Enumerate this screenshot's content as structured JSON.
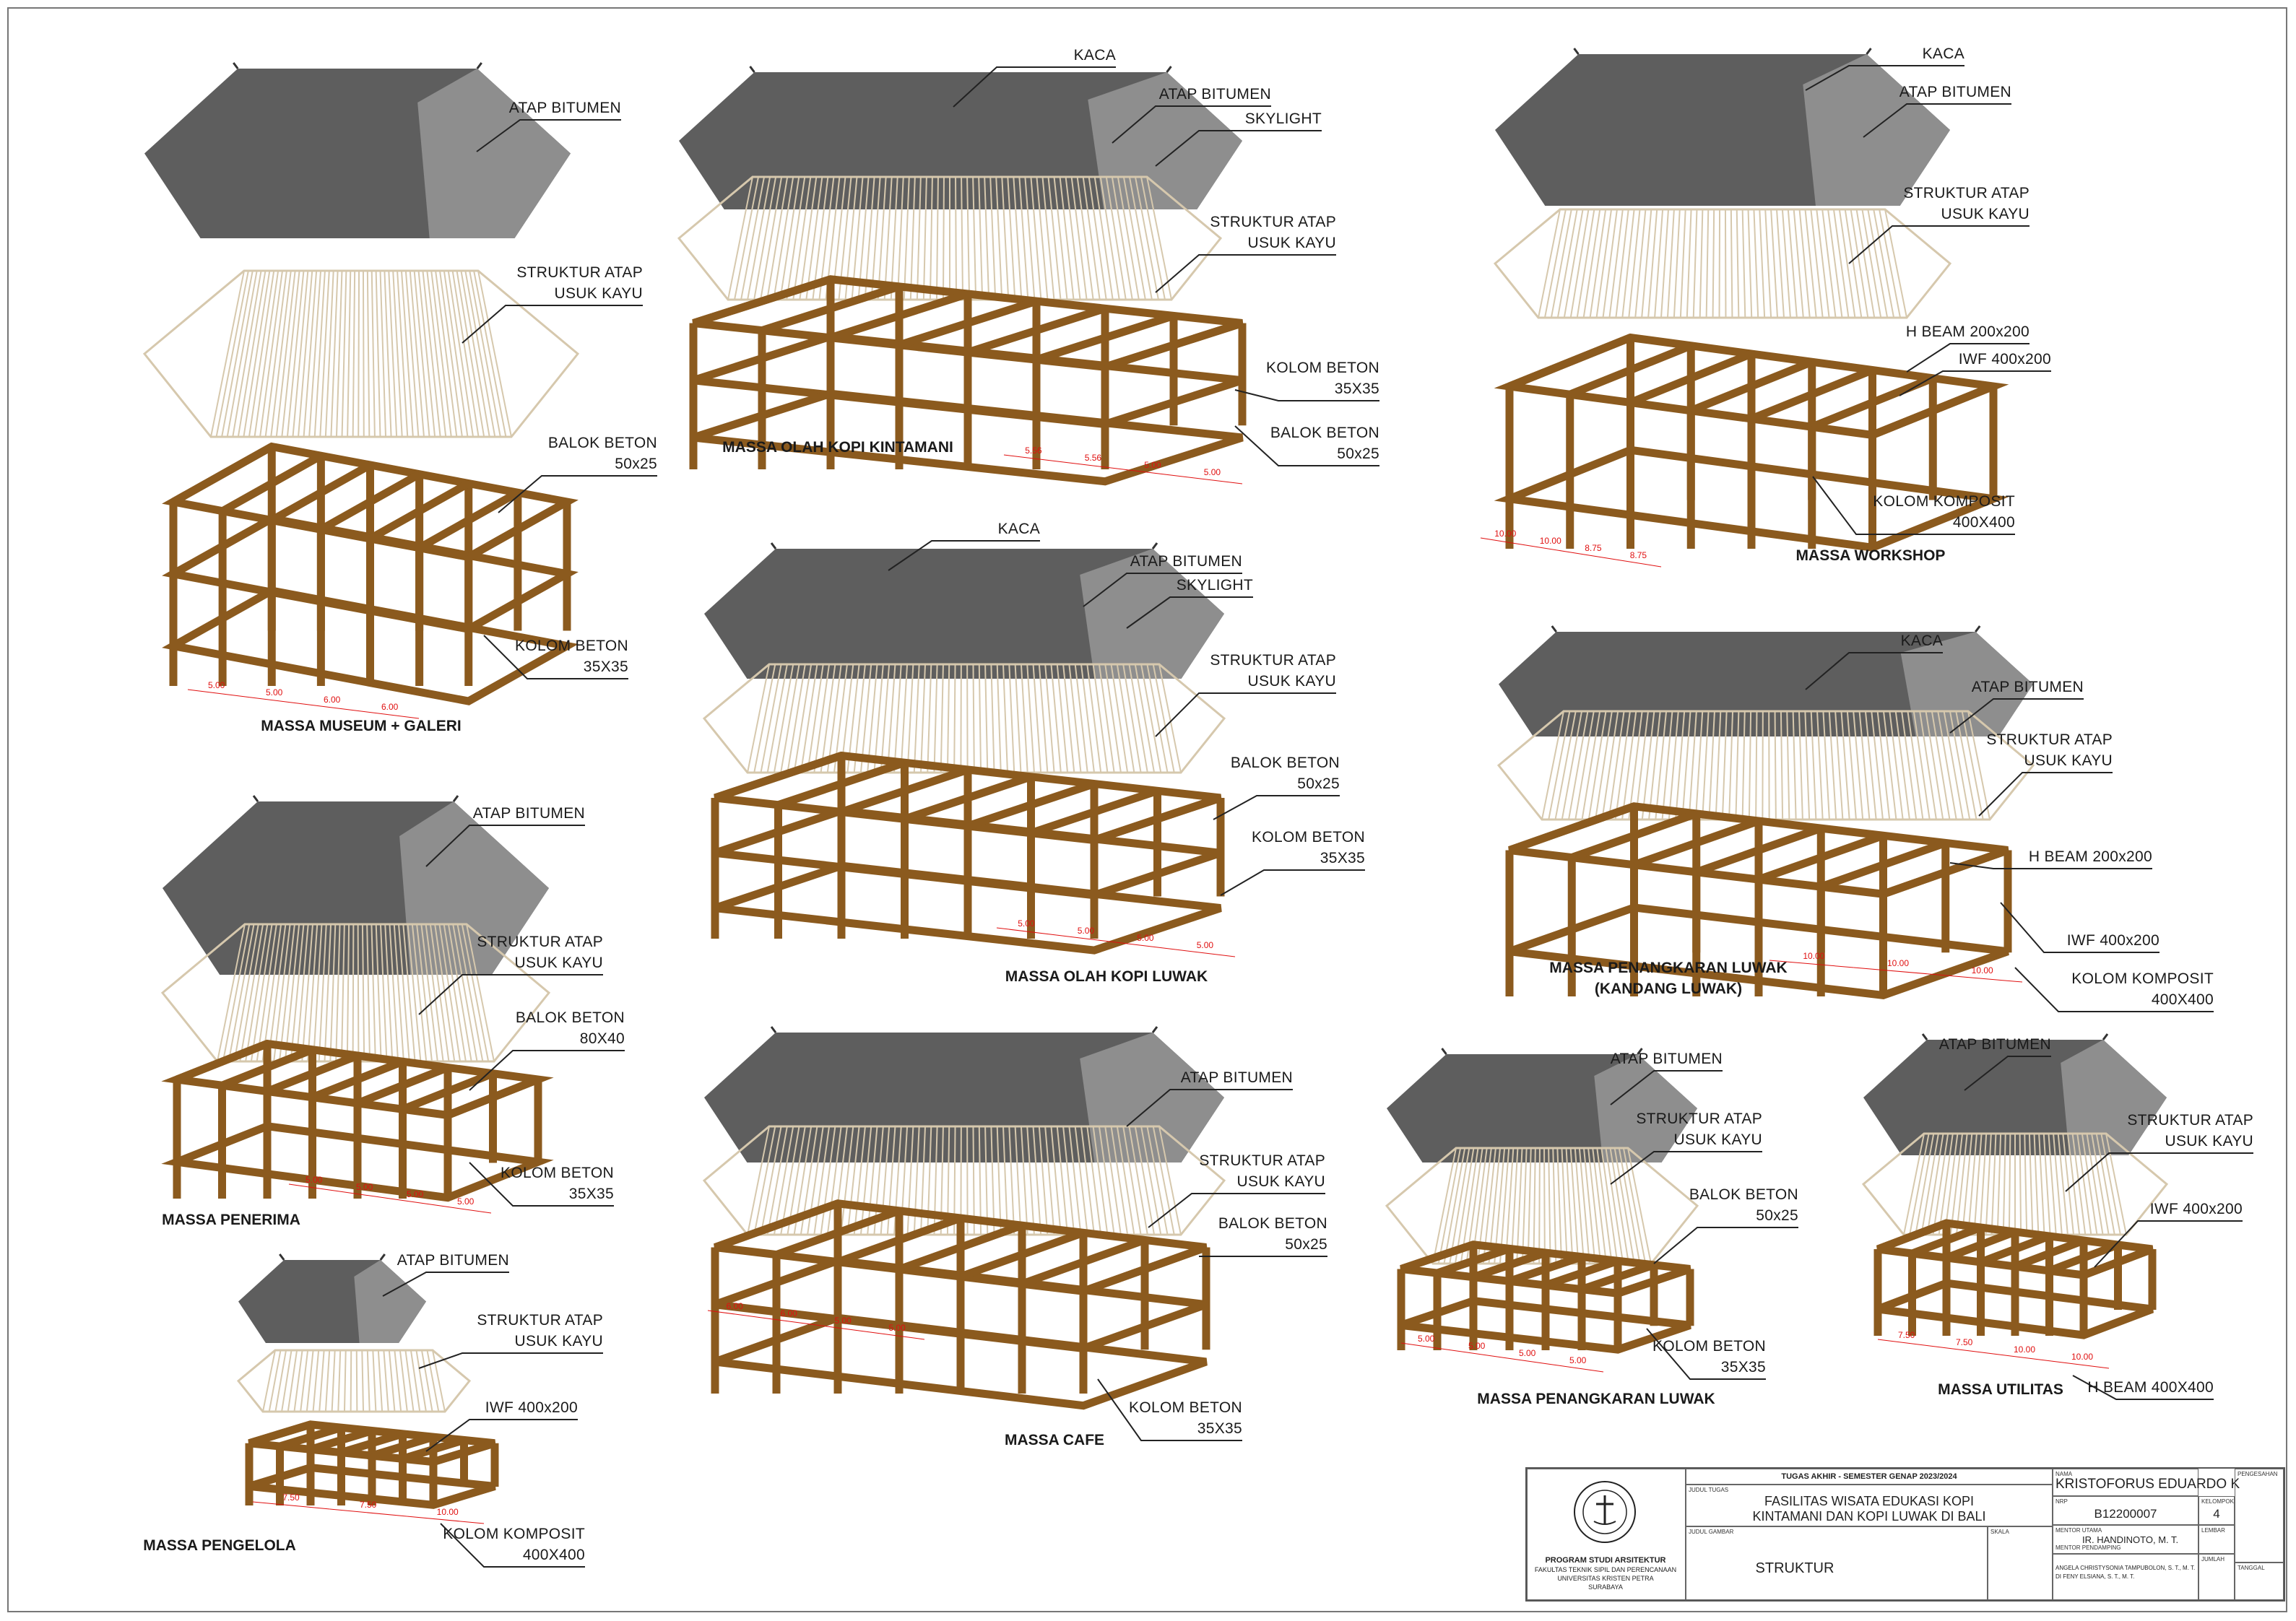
{
  "masses": [
    {
      "title": "MASSA MUSEUM + GALERI",
      "labels": [
        {
          "text": "ATAP BITUMEN"
        },
        {
          "text": "STRUKTUR ATAP\nUSUK KAYU"
        },
        {
          "text": "BALOK BETON\n50x25"
        },
        {
          "text": "KOLOM BETON\n35X35"
        }
      ],
      "dims": [
        "5.00",
        "5.00",
        "6.00",
        "6.00"
      ]
    },
    {
      "title": "MASSA OLAH KOPI KINTAMANI",
      "labels": [
        {
          "text": "KACA"
        },
        {
          "text": "ATAP BITUMEN"
        },
        {
          "text": "SKYLIGHT"
        },
        {
          "text": "STRUKTUR ATAP\nUSUK KAYU"
        },
        {
          "text": "KOLOM BETON\n35X35"
        },
        {
          "text": "BALOK BETON\n50x25"
        }
      ],
      "dims": [
        "5.56",
        "5.56",
        "5.00",
        "5.00"
      ]
    },
    {
      "title": "MASSA WORKSHOP",
      "labels": [
        {
          "text": "KACA"
        },
        {
          "text": "ATAP BITUMEN"
        },
        {
          "text": "STRUKTUR ATAP\nUSUK KAYU"
        },
        {
          "text": "H BEAM 200x200"
        },
        {
          "text": "IWF 400x200"
        },
        {
          "text": "KOLOM KOMPOSIT\n400X400"
        }
      ],
      "dims": [
        "10.00",
        "10.00",
        "8.75",
        "8.75"
      ]
    },
    {
      "title": "MASSA OLAH KOPI LUWAK",
      "labels": [
        {
          "text": "KACA"
        },
        {
          "text": "ATAP BITUMEN"
        },
        {
          "text": "SKYLIGHT"
        },
        {
          "text": "STRUKTUR ATAP\nUSUK KAYU"
        },
        {
          "text": "BALOK BETON\n50x25"
        },
        {
          "text": "KOLOM BETON\n35X35"
        }
      ],
      "dims": [
        "5.00",
        "5.00",
        "5.00",
        "5.00"
      ]
    },
    {
      "title": "MASSA PENANGKARAN LUWAK\n(KANDANG LUWAK)",
      "labels": [
        {
          "text": "KACA"
        },
        {
          "text": "ATAP BITUMEN"
        },
        {
          "text": "STRUKTUR ATAP\nUSUK KAYU"
        },
        {
          "text": "H BEAM 200x200"
        },
        {
          "text": "IWF 400x200"
        },
        {
          "text": "KOLOM KOMPOSIT\n400X400"
        }
      ],
      "dims": [
        "10.00",
        "10.00",
        "10.00"
      ]
    },
    {
      "title": "MASSA PENERIMA",
      "labels": [
        {
          "text": "ATAP BITUMEN"
        },
        {
          "text": "STRUKTUR ATAP\nUSUK KAYU"
        },
        {
          "text": "BALOK BETON\n80X40"
        },
        {
          "text": "KOLOM BETON\n35X35"
        }
      ],
      "dims": [
        "5.00",
        "5.00",
        "5.00",
        "5.00"
      ]
    },
    {
      "title": "MASSA CAFE",
      "labels": [
        {
          "text": "ATAP BITUMEN"
        },
        {
          "text": "STRUKTUR ATAP\nUSUK KAYU"
        },
        {
          "text": "BALOK BETON\n50x25"
        },
        {
          "text": "KOLOM BETON\n35X35"
        }
      ],
      "dims": [
        "6.00",
        "6.00",
        "5.00",
        "5.00"
      ]
    },
    {
      "title": "MASSA PENANGKARAN LUWAK",
      "labels": [
        {
          "text": "ATAP BITUMEN"
        },
        {
          "text": "STRUKTUR ATAP\nUSUK KAYU"
        },
        {
          "text": "BALOK BETON\n50x25"
        },
        {
          "text": "KOLOM BETON\n35X35"
        }
      ],
      "dims": [
        "5.00",
        "5.00",
        "5.00",
        "5.00"
      ]
    },
    {
      "title": "MASSA UTILITAS",
      "labels": [
        {
          "text": "ATAP BITUMEN"
        },
        {
          "text": "STRUKTUR ATAP\nUSUK KAYU"
        },
        {
          "text": "IWF 400x200"
        },
        {
          "text": "H BEAM 400X400"
        }
      ],
      "dims": [
        "7.50",
        "7.50",
        "10.00",
        "10.00"
      ]
    },
    {
      "title": "MASSA PENGELOLA",
      "labels": [
        {
          "text": "ATAP BITUMEN"
        },
        {
          "text": "STRUKTUR ATAP\nUSUK KAYU"
        },
        {
          "text": "IWF 400x200"
        },
        {
          "text": "KOLOM KOMPOSIT\n400X400"
        }
      ],
      "dims": [
        "7.50",
        "7.50",
        "10.00"
      ]
    }
  ],
  "title_block": {
    "faculty": "PROGRAM STUDI ARSITEKTUR",
    "faculty_sub1": "FAKULTAS TEKNIK SIPIL DAN PERENCANAAN",
    "faculty_sub2": "UNIVERSITAS KRISTEN PETRA",
    "faculty_sub3": "SURABAYA",
    "header": "TUGAS AKHIR - SEMESTER GENAP 2023/2024",
    "judul_tugas_caption": "JUDUL TUGAS",
    "judul_tugas_1": "FASILITAS WISATA EDUKASI KOPI",
    "judul_tugas_2": "KINTAMANI DAN KOPI LUWAK DI BALI",
    "judul_gambar_caption": "JUDUL GAMBAR",
    "skala_caption": "SKALA",
    "judul_gambar": "STRUKTUR",
    "nama_caption": "NAMA",
    "nama": "KRISTOFORUS EDUARDO K",
    "nrp_caption": "NRP",
    "nrp": "B12200007",
    "kelompok_caption": "KELOMPOK",
    "kelompok": "4",
    "mentor_utama_caption": "MENTOR UTAMA",
    "mentor_utama": "IR. HANDINOTO,  M. T.",
    "lembar_caption": "LEMBAR",
    "mentor_pendamping_caption": "MENTOR PENDAMPING",
    "mentor_pendamping_1": "ANGELA CHRISTYSONIA TAMPUBOLON, S. T., M. T.",
    "mentor_pendamping_2": "DI  FENY ELSIANA, S. T., M. T.",
    "jumlah_caption": "JUMLAH",
    "pengesahan_caption": "PENGESAHAN",
    "tanggal_caption": "TANGGAL"
  },
  "colors": {
    "roof_dark": "#5e5e5e",
    "roof_light": "#8e8e8e",
    "rafter": "#d6c8ad",
    "frame": "#8b5a1e",
    "dim": "#e01010"
  }
}
